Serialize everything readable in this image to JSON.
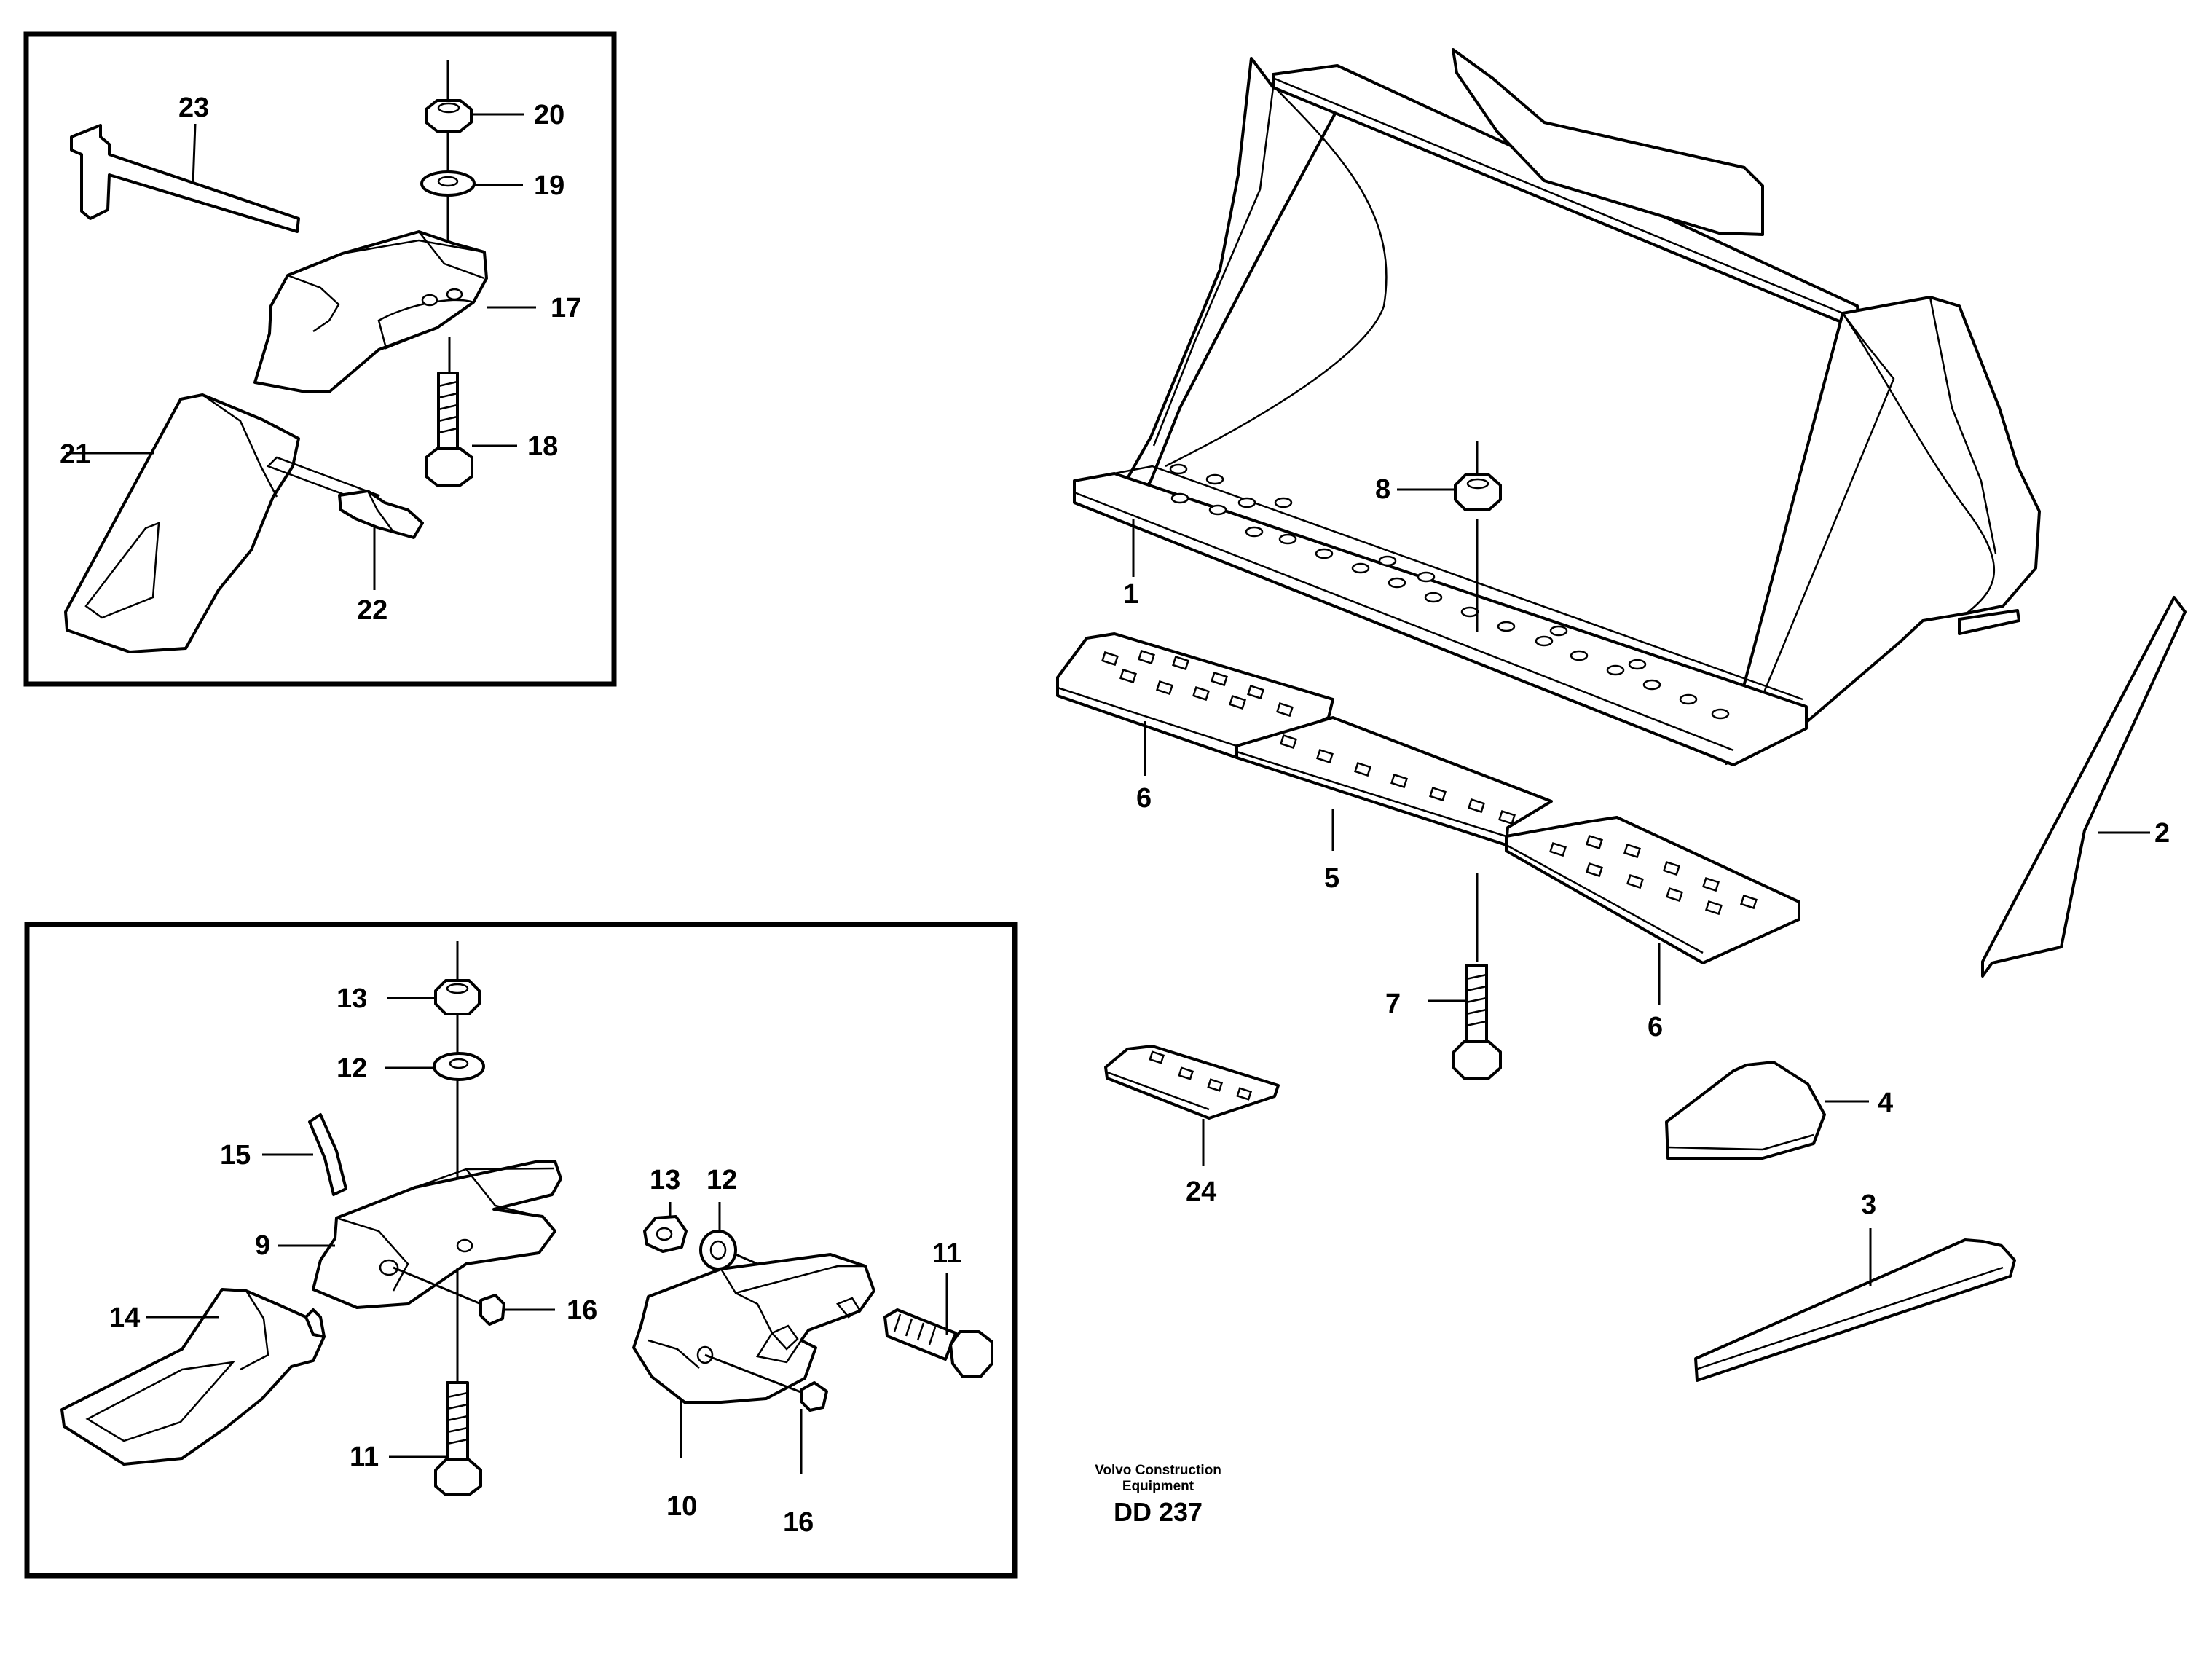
{
  "callouts": {
    "c1": "1",
    "c2": "2",
    "c3": "3",
    "c4": "4",
    "c5": "5",
    "c6a": "6",
    "c6b": "6",
    "c7": "7",
    "c8": "8",
    "c24": "24",
    "inset1": {
      "c23": "23",
      "c20": "20",
      "c19": "19",
      "c17": "17",
      "c18": "18",
      "c21": "21",
      "c22": "22"
    },
    "inset2": {
      "c13a": "13",
      "c12a": "12",
      "c15": "15",
      "c9": "9",
      "c14": "14",
      "c16a": "16",
      "c11a": "11",
      "c13b": "13",
      "c12b": "12",
      "c11b": "11",
      "c10": "10",
      "c16b": "16"
    }
  },
  "caption": {
    "line1": "Volvo Construction",
    "line2": "Equipment",
    "code": "DD 237"
  }
}
